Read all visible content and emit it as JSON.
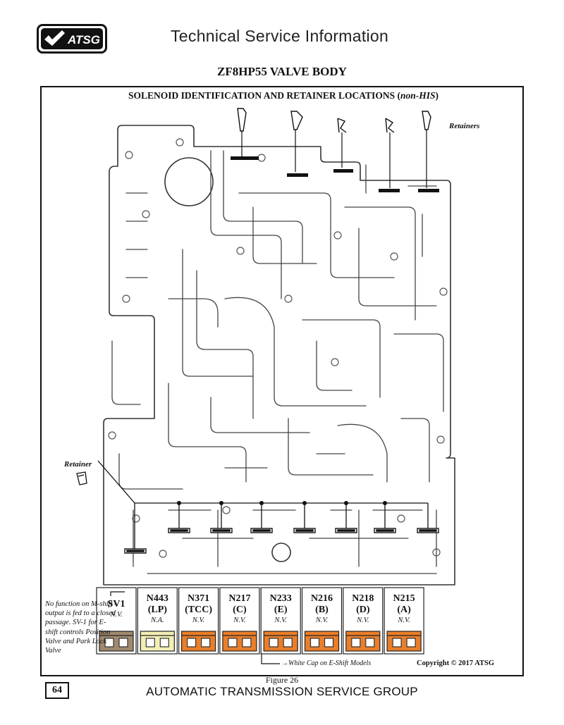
{
  "header": {
    "logo_text": "ATSG",
    "title": "Technical Service Information"
  },
  "page_heading": "ZF8HP55 VALVE BODY",
  "figure": {
    "caption_main": "SOLENOID IDENTIFICATION AND RETAINER LOCATIONS (",
    "caption_italic": "non-HIS",
    "caption_end": ")",
    "retainers_label": "Retainers",
    "retainer_label": "Retainer",
    "solenoids": [
      {
        "name": "SV1",
        "code": "",
        "note": "N.V.",
        "color": "#a08a6e"
      },
      {
        "name": "N443",
        "code": "(LP)",
        "note": "N.A.",
        "color": "#f3efb4"
      },
      {
        "name": "N371",
        "code": "(TCC)",
        "note": "N.V.",
        "color": "#ea7e2a"
      },
      {
        "name": "N217",
        "code": "(C)",
        "note": "N.V.",
        "color": "#ea7e2a"
      },
      {
        "name": "N233",
        "code": "(E)",
        "note": "N.V.",
        "color": "#ea7e2a"
      },
      {
        "name": "N216",
        "code": "(B)",
        "note": "N.V.",
        "color": "#ea7e2a"
      },
      {
        "name": "N218",
        "code": "(D)",
        "note": "N.V.",
        "color": "#ea7e2a"
      },
      {
        "name": "N215",
        "code": "(A)",
        "note": "N.V.",
        "color": "#ea7e2a"
      }
    ],
    "no_function_note": "No function on M-shift - output is fed to a closed passage. SV-1 for E-shift controls Position Valve and Park Lock Valve",
    "white_cap_note": "White Cap on E-Shift Models",
    "copyright": "Copyright © 2017 ATSG",
    "figure_label": "Figure 26"
  },
  "footer": {
    "page_number": "64",
    "text": "AUTOMATIC TRANSMISSION SERVICE GROUP"
  }
}
